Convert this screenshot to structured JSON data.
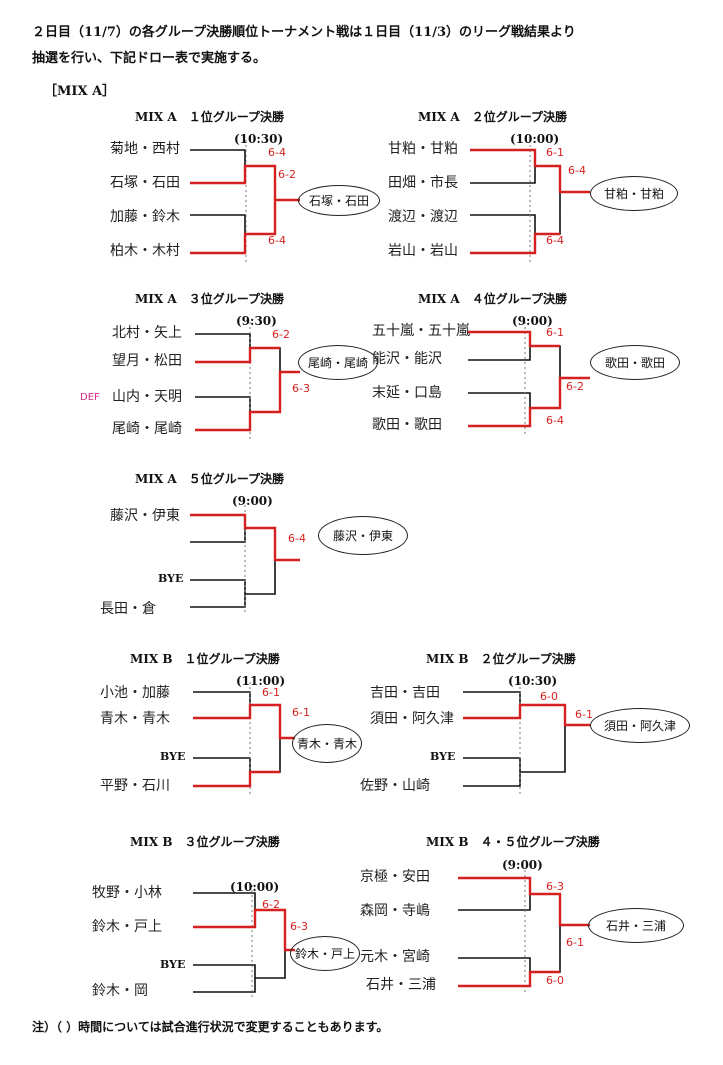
{
  "intro": {
    "line1": "２日目（11/7）の各グループ決勝順位トーナメント戦は１日目（11/3）のリーグ戦結果より",
    "line2": "抽選を行い、下記ドロー表で実施する。"
  },
  "section_label": "［MIX A］",
  "brackets": [
    {
      "title": "MIX A　１位グループ決勝",
      "time": "(10:30)",
      "players": [
        "菊地・西村",
        "石塚・石田",
        "加藤・鈴木",
        "柏木・木村"
      ],
      "scores": [
        "6-4",
        "6-2",
        "6-4"
      ],
      "winner": "石塚・石田"
    },
    {
      "title": "MIX A　２位グループ決勝",
      "time": "(10:00)",
      "players": [
        "甘粕・甘粕",
        "田畑・市長",
        "渡辺・渡辺",
        "岩山・岩山"
      ],
      "scores": [
        "6-1",
        "6-4",
        "6-4"
      ],
      "winner": "甘粕・甘粕"
    },
    {
      "title": "MIX A　３位グループ決勝",
      "time": "(9:30)",
      "players": [
        "北村・矢上",
        "望月・松田",
        "山内・天明",
        "尾崎・尾崎"
      ],
      "scores": [
        "6-2",
        "6-3"
      ],
      "winner": "尾崎・尾崎",
      "def": "DEF"
    },
    {
      "title": "MIX A　４位グループ決勝",
      "time": "(9:00)",
      "players": [
        "五十嵐・五十嵐",
        "能沢・能沢",
        "末延・口島",
        "歌田・歌田"
      ],
      "scores": [
        "6-1",
        "6-2",
        "6-4"
      ],
      "winner": "歌田・歌田"
    },
    {
      "title": "MIX A　５位グループ決勝",
      "time": "(9:00)",
      "players": [
        "藤沢・伊東",
        "BYE",
        "長田・倉"
      ],
      "scores": [
        "6-4"
      ],
      "winner": "藤沢・伊東"
    },
    {
      "title": "MIX B　１位グループ決勝",
      "time": "(11:00)",
      "players": [
        "小池・加藤",
        "青木・青木",
        "BYE",
        "平野・石川"
      ],
      "scores": [
        "6-1",
        "6-1"
      ],
      "winner": "青木・青木"
    },
    {
      "title": "MIX B　２位グループ決勝",
      "time": "(10:30)",
      "players": [
        "吉田・吉田",
        "須田・阿久津",
        "BYE",
        "佐野・山崎"
      ],
      "scores": [
        "6-0",
        "6-1"
      ],
      "winner": "須田・阿久津"
    },
    {
      "title": "MIX B　３位グループ決勝",
      "time": "(10:00)",
      "players": [
        "牧野・小林",
        "鈴木・戸上",
        "BYE",
        "鈴木・岡"
      ],
      "scores": [
        "6-2",
        "6-3"
      ],
      "winner": "鈴木・戸上"
    },
    {
      "title": "MIX B　４・５位グループ決勝",
      "time": "(9:00)",
      "players": [
        "京極・安田",
        "森岡・寺嶋",
        "元木・宮崎",
        "石井・三浦"
      ],
      "scores": [
        "6-3",
        "6-1",
        "6-0"
      ],
      "winner": "石井・三浦"
    }
  ],
  "note": "注）（ ）時間については試合進行状況で変更することもあります。"
}
